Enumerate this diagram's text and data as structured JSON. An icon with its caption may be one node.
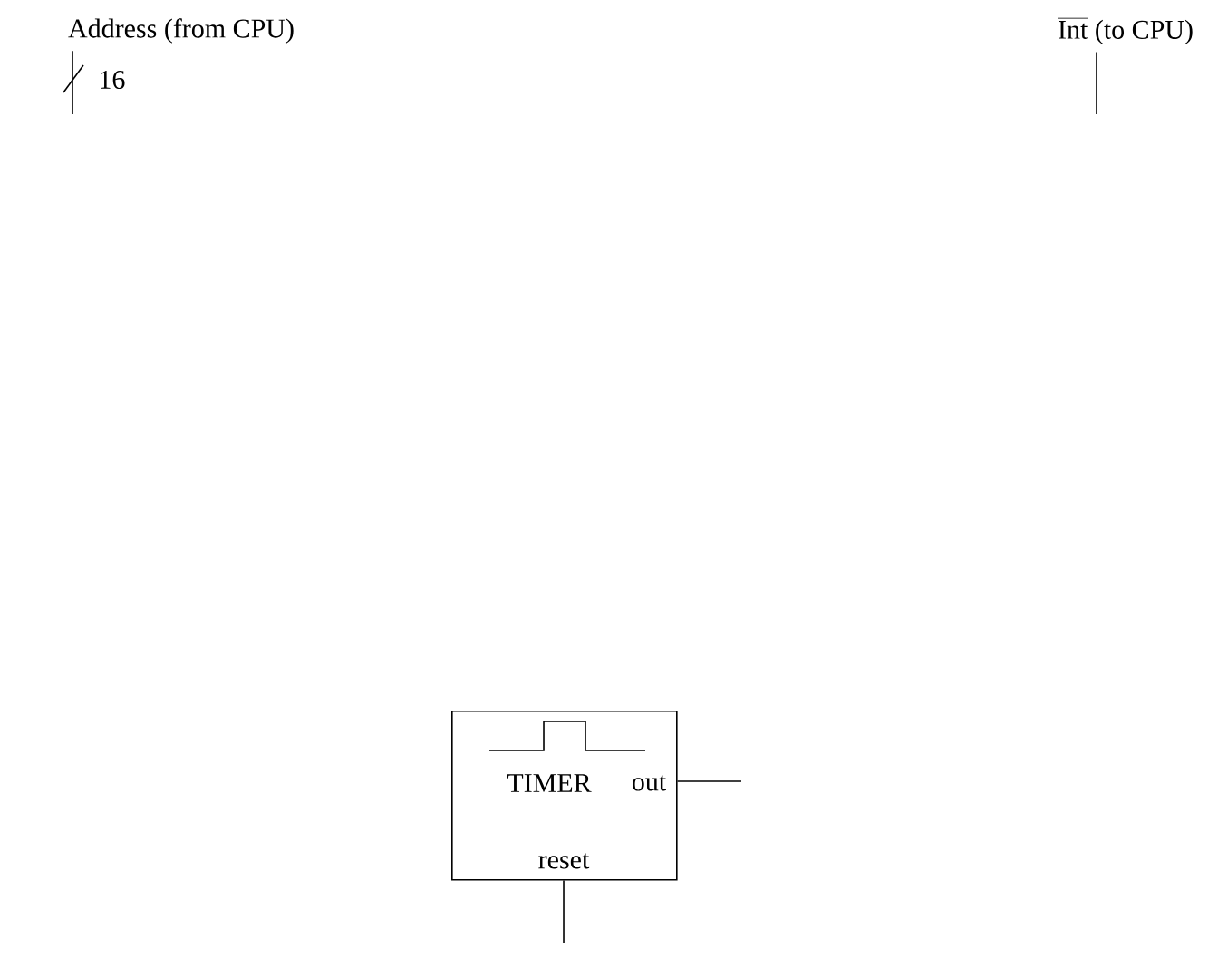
{
  "diagram": {
    "nodes": [
      {
        "text": [
          "Address (from CPU)"
        ]
      },
      {
        "text": [
          "Int",
          "(to CPU)"
        ]
      },
      {
        "text": [
          "TIMER",
          "out",
          "reset"
        ]
      }
    ],
    "edges": [
      {
        "from": 0,
        "to": null,
        "arrow": "none"
      },
      {
        "from": 1,
        "to": null,
        "arrow": "none"
      },
      {
        "from": 2,
        "to": null,
        "arrow": "none"
      },
      {
        "from": 2,
        "to": null,
        "arrow": "none"
      }
    ],
    "labels": [
      "16"
    ]
  }
}
